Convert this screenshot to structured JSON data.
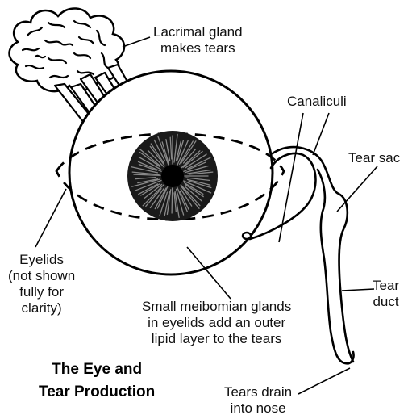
{
  "title": {
    "line1": "The Eye and",
    "line2": "Tear Production"
  },
  "labels": {
    "lacrimal_gland": {
      "line1": "Lacrimal gland",
      "line2": "makes tears"
    },
    "canaliculi": "Canaliculi",
    "tear_sac": "Tear sac",
    "tear_duct": {
      "line1": "Tear",
      "line2": "duct"
    },
    "eyelids": {
      "line1": "Eyelids",
      "line2": "(not shown",
      "line3": "fully for",
      "line4": "clarity)"
    },
    "meibomian": {
      "line1": "Small meibomian glands",
      "line2": "in eyelids add an outer",
      "line3": "lipid layer to the tears"
    },
    "tears_drain": {
      "line1": "Tears drain",
      "line2": "into nose"
    }
  },
  "colors": {
    "ink": "#000000",
    "paper": "#ffffff"
  }
}
